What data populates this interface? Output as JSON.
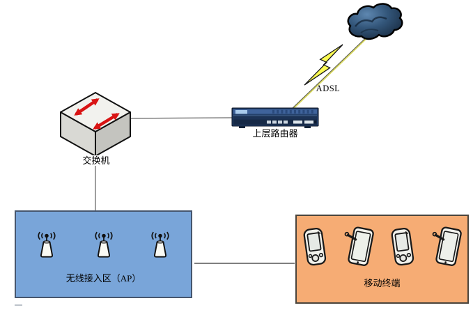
{
  "nodes": {
    "cloud": {
      "name": "internet-cloud"
    },
    "adsl": {
      "label": "ADSL"
    },
    "router": {
      "label": "上层路由器"
    },
    "switch": {
      "label": "交换机"
    }
  },
  "zones": {
    "ap": {
      "label": "无线接入区（AP）",
      "fill": "#79A5D9",
      "border": "#46566E",
      "antennas": [
        "antenna",
        "antenna",
        "antenna"
      ]
    },
    "mobile": {
      "label": "移动终端",
      "fill": "#F6AC74",
      "border": "#4A443C",
      "devices": [
        "pda",
        "tablet-stylus",
        "pda",
        "tablet-stylus"
      ]
    }
  },
  "colors": {
    "bolt": "#FCFC52",
    "cloud_dark": "#15263A",
    "cloud_mid": "#33567A",
    "cloud_light": "#5E87B0",
    "connector": "#7F7F7F",
    "arrow_red": "#D91414",
    "router_body": "#24406A"
  }
}
